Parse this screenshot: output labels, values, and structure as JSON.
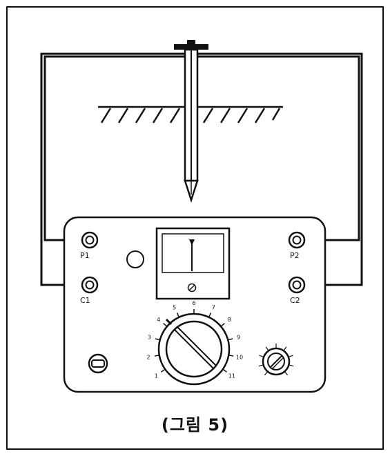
{
  "terminals": {
    "p1": "P1",
    "c1": "C1",
    "p2": "P2",
    "c2": "C2"
  },
  "dial": {
    "scale": [
      "1",
      "2",
      "3",
      "4",
      "5",
      "6",
      "7",
      "8",
      "9",
      "10",
      "11"
    ]
  },
  "caption": "(그림 5)"
}
